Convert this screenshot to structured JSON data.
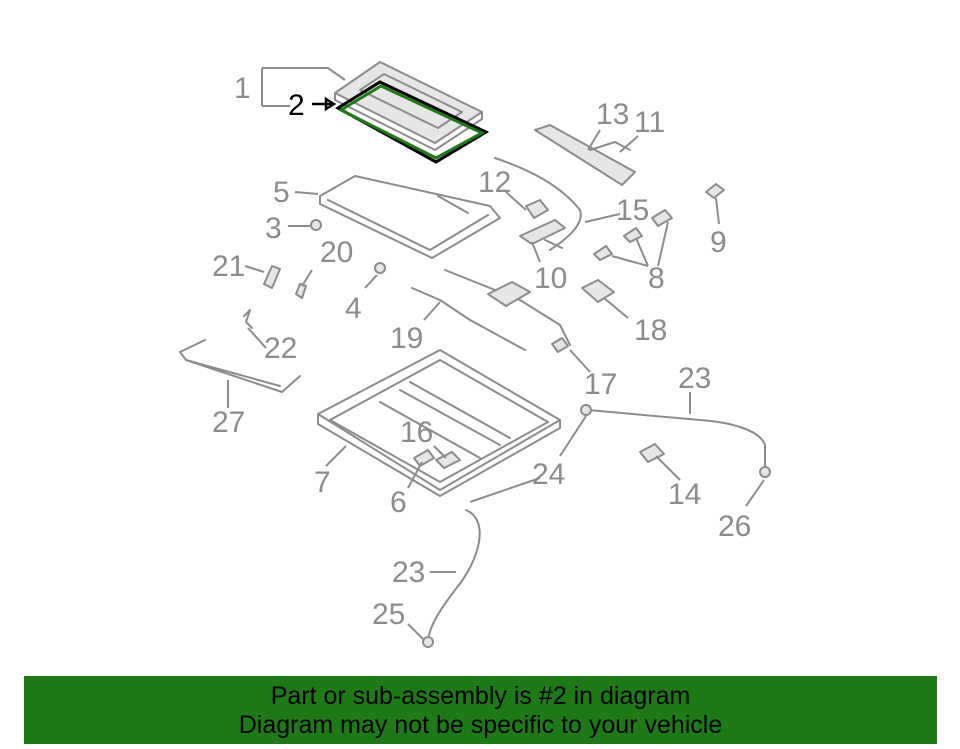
{
  "callouts": {
    "c1": "1",
    "c2": "2",
    "c3": "3",
    "c4": "4",
    "c5": "5",
    "c6": "6",
    "c7": "7",
    "c8": "8",
    "c9": "9",
    "c10": "10",
    "c11": "11",
    "c12": "12",
    "c13": "13",
    "c14": "14",
    "c15": "15",
    "c16": "16",
    "c17": "17",
    "c18": "18",
    "c19": "19",
    "c20": "20",
    "c21": "21",
    "c22": "22",
    "c23a": "23",
    "c23b": "23",
    "c24": "24",
    "c25": "25",
    "c26": "26",
    "c27": "27"
  },
  "highlighted_part": "2",
  "colors": {
    "banner": "#1e7a16",
    "highlight": "#1e7a16",
    "line": "#8c8c8c"
  },
  "banner": {
    "line1": "Part or sub-assembly is #2 in diagram",
    "line2": "Diagram may not be specific to your vehicle"
  }
}
